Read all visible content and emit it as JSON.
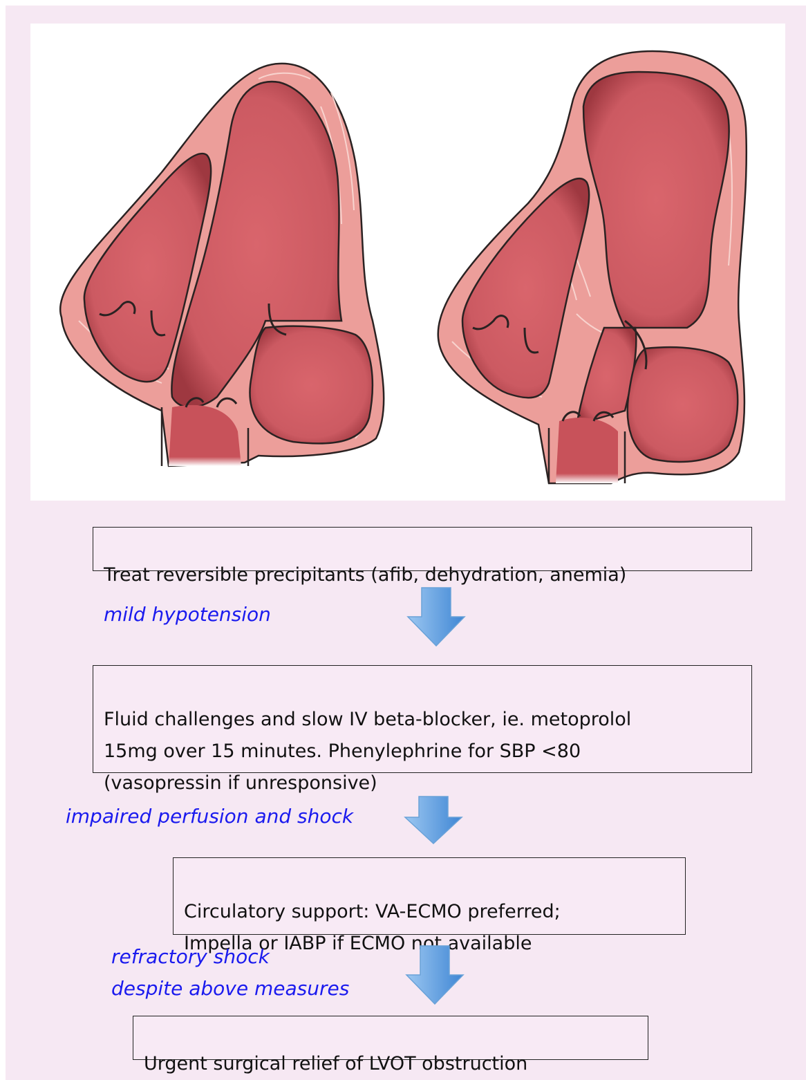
{
  "colors": {
    "background": "#f6e8f3",
    "condition_text": "#1a1aee",
    "myocardium": "#ec9e9a",
    "chamber": "#c8525a",
    "arrow": "#5b9ee0"
  },
  "illustration": {
    "left_heart": "heart-diagram-normal",
    "right_heart": "heart-diagram-obstructed"
  },
  "flow": {
    "step1": "Treat reversible precipitants (afib, dehydration, anemia)",
    "condition1": "mild hypotension",
    "step2": "Fluid challenges and slow IV beta-blocker, ie. metoprolol\n15mg over 15 minutes. Phenylephrine for SBP <80\n(vasopressin if unresponsive)",
    "condition2": "impaired perfusion and shock",
    "step3": "Circulatory support: VA-ECMO preferred;\nImpella or IABP if ECMO not available",
    "condition3": "refractory shock\ndespite above measures",
    "step4": "Urgent surgical relief of LVOT obstruction"
  },
  "icons": {
    "arrow": "arrow-down-icon"
  }
}
